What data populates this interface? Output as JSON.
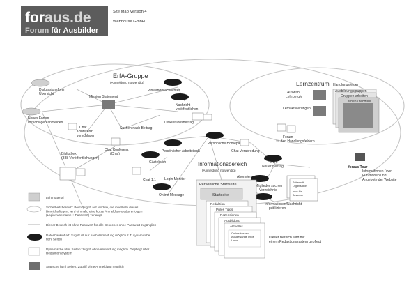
{
  "header": {
    "logo_line1_a": "for",
    "logo_line1_b": "aus.de",
    "logo_line2_a": "Forum ",
    "logo_line2_b": "für Ausbilder",
    "version": "Site Map Version 4",
    "company": "Webhouse GmbH",
    "colors": {
      "logo_bg": "#5c5c5c",
      "logo_text": "#ffffff",
      "logo_accent": "#d8d8d8"
    }
  },
  "groups": {
    "erfa_title": "ErfA-Gruppe",
    "erfa_subtitle": "(Anmeldung notwendig)",
    "lern_title": "Lernzentrum",
    "info_title": "Informationsbereich",
    "info_subtitle": "(Anmeldung notwendig)"
  },
  "nodes": {
    "diskussionsforen": "Diskussionsforen",
    "diskussionsforen_2": "Übersicht",
    "mission": "Mission Statement",
    "pinwand": "Pinwand/Nachrichten",
    "nachricht1": "Nachricht",
    "nachricht2": "veröffentlichen",
    "neues_forum1": "Neues Forum",
    "neues_forum2": "vorschlagen/anmelden",
    "diskussionsbeitrag": "Diskussionsbeitrag",
    "suchen": "Suchen nach Beitrag",
    "chat_konf1": "Chat",
    "chat_konf2": "Konferenz",
    "chat_konf3": "vorschlagen",
    "chat_konf_chat": "Chat Konferenz",
    "chat_konf_chat2": "(Chat)",
    "bibliothek1": "Bibliothek",
    "bibliothek2": "(888 Veröffentlichungen)",
    "persoenlicher_arbeitstisch": "Persönlicher Arbeitstisch",
    "persoenliche_homepage": "Persönliche Homepage",
    "chat_verabredung": "Chat Verabredung",
    "gaestebuch": "Gästebuch",
    "chat11": "Chat 1:1",
    "login_monitor": "Login Monitor",
    "online_message": "Online Message",
    "abonnieren": "Abonnieren",
    "handlungsfelder": "Handlungsfelder",
    "auswahl1": "Auswahl",
    "auswahl2": "Lehrberufe",
    "lernaktivierungen": "Lernaktivierungen",
    "ausbildung_group": "Ausbildungsgruppen",
    "lehr_kontakt": "Gruppen arbeiten",
    "lernen_module": "Lernen / Module",
    "forum_handlung1": "Forum",
    "forum_handlung2": "zu den Handlungsfeldern",
    "neuer_beitrag1": "Forum",
    "neuer_beitrag2": "Neuer Beitrag",
    "mitglieder1": "Mitglieder suchen",
    "mitglieder2": "Verzeichnis",
    "informationen1": "Informationen/Nachricht",
    "informationen2": "publizieren",
    "forum_tour1": "foraus Tour",
    "forum_tour2": "Informationen über",
    "forum_tour3": "Funktionen und",
    "forum_tour4": "Angebote der Website",
    "startseite_title": "Persönliche Startseite",
    "startseite": "Startseite",
    "redaktion": "Redaktion",
    "pures_tipps": "Pures Tipps",
    "rezensionen": "Rezensionen",
    "ausbildung": "Ausbildung",
    "aktuelles": "Aktuelles",
    "online1": "Online kurzen",
    "online2": "Ausgewählte Infos",
    "online3": "Links",
    "redaktionssystem1": "Dieser Bereich wird mit",
    "redaktionssystem2": "einem Redaktionssystem gepflegt",
    "side_sheet1": "Seitenheft",
    "side_sheet2": "Organisation",
    "side_sheet3": "Infos für",
    "side_sheet4": "Besucher"
  },
  "legend": [
    {
      "icon": "grey-box",
      "text": "Lehrmaterial"
    },
    {
      "icon": "ellipse-outline",
      "text": "Sicherheitsbereich: Beim Zugriff auf Module, die innerhalb dieses Bereichs liegen, wird einmalig eine kurze Anmeldeprozedur erfolgen (Login: Username + Passwort) verlangt."
    },
    {
      "icon": "line",
      "text": "Dieser Bereich ist ohne Passwort für alle Besucher ohne Passwort zugänglich"
    },
    {
      "icon": "half-black-ellipse",
      "text": "Datenbankinhalt: Zugriff ist nur nach Anmeldung möglich z.T. dynamische html Seiten"
    },
    {
      "icon": "white-box",
      "text": "Dynamische html Seiten: Zugriff ohne Anmeldung möglich. Gepflegt über Redaktionssystem"
    },
    {
      "icon": "dark-box",
      "text": "Statische html Seiten: Zugriff ohne Anmeldung möglich"
    }
  ]
}
